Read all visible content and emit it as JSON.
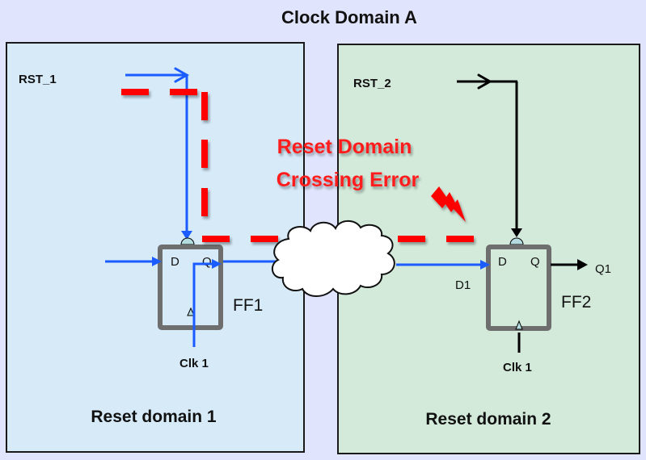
{
  "title": "Clock Domain A",
  "colors": {
    "background": "#e0e4fc",
    "reset_domain_1_fill": "#d6eaf8",
    "reset_domain_2_fill": "#d3eadb",
    "domain_border": "#1a1a1a",
    "wire_domain_1": "#1a5cff",
    "wire_domain_2": "#000000",
    "error": "#ff0000",
    "flipflop_border": "#6e6e6e",
    "pin_fill": "#b4dbe0"
  },
  "domains": [
    {
      "label": "Reset domain 1",
      "reset_signal": "RST_1",
      "flipflop": {
        "name": "FF1",
        "d_pin": "D",
        "q_pin": "Q",
        "clock": "Clk 1"
      }
    },
    {
      "label": "Reset domain 2",
      "reset_signal": "RST_2",
      "flipflop": {
        "name": "FF2",
        "d_pin": "D",
        "q_pin": "Q",
        "clock": "Clk 1"
      },
      "input_label": "D1",
      "output_label": "Q1"
    }
  ],
  "error_annotation": {
    "line1": "Reset Domain",
    "line2": "Crossing Error"
  }
}
